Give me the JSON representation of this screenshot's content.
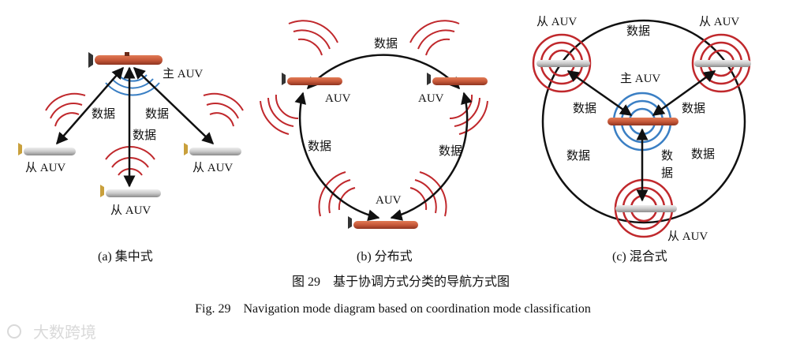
{
  "panel_a": {
    "caption": "(a) 集中式",
    "master_label": "主 AUV",
    "slave_label_left": "从 AUV",
    "slave_label_right": "从 AUV",
    "slave_label_bottom": "从 AUV",
    "data_left": "数据",
    "data_right": "数据",
    "data_center": "数据"
  },
  "panel_b": {
    "caption": "(b) 分布式",
    "label_left": "AUV",
    "label_right": "AUV",
    "label_bottom": "AUV",
    "data_top": "数据",
    "data_left": "数据",
    "data_right": "数据"
  },
  "panel_c": {
    "caption": "(c) 混合式",
    "slave_label_tl": "从 AUV",
    "slave_label_tr": "从 AUV",
    "slave_label_bottom": "从 AUV",
    "master_label": "主 AUV",
    "data_top": "数据",
    "data_inner_left": "数据",
    "data_inner_right": "数据",
    "data_outer_left": "数据",
    "data_outer_right": "数据",
    "data_center_1": "数",
    "data_center_2": "据"
  },
  "figure": {
    "caption_zh": "图 29　基于协调方式分类的导航方式图",
    "caption_en": "Fig. 29　Navigation mode diagram based on coordination mode classification"
  },
  "watermark": "大数跨境",
  "colors": {
    "master_body": "#c8593a",
    "slave_body": "#c9c9c9",
    "red_wave": "#c0282c",
    "blue_wave": "#3a7fc4",
    "arrow": "#111111"
  }
}
